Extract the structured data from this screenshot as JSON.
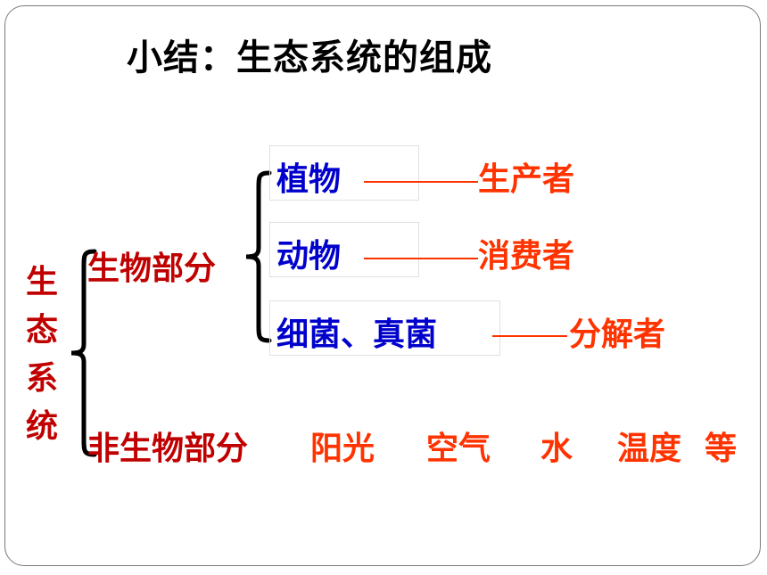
{
  "title": "小结：生态系统的组成",
  "root": {
    "chars": [
      "生",
      "态",
      "系",
      "统"
    ]
  },
  "biotic": {
    "label": "生物部分",
    "items": [
      {
        "organism": "植物",
        "role": "生产者"
      },
      {
        "organism": "动物",
        "role": "消费者"
      },
      {
        "organism": "细菌、真菌",
        "role": "分解者"
      }
    ]
  },
  "abiotic": {
    "label": "非生物部分",
    "factors": [
      "阳光",
      "空气",
      "水",
      "温度",
      "等"
    ]
  },
  "colors": {
    "title": "#000000",
    "category": "#c00000",
    "organism": "#0000cc",
    "role": "#ff3300"
  }
}
